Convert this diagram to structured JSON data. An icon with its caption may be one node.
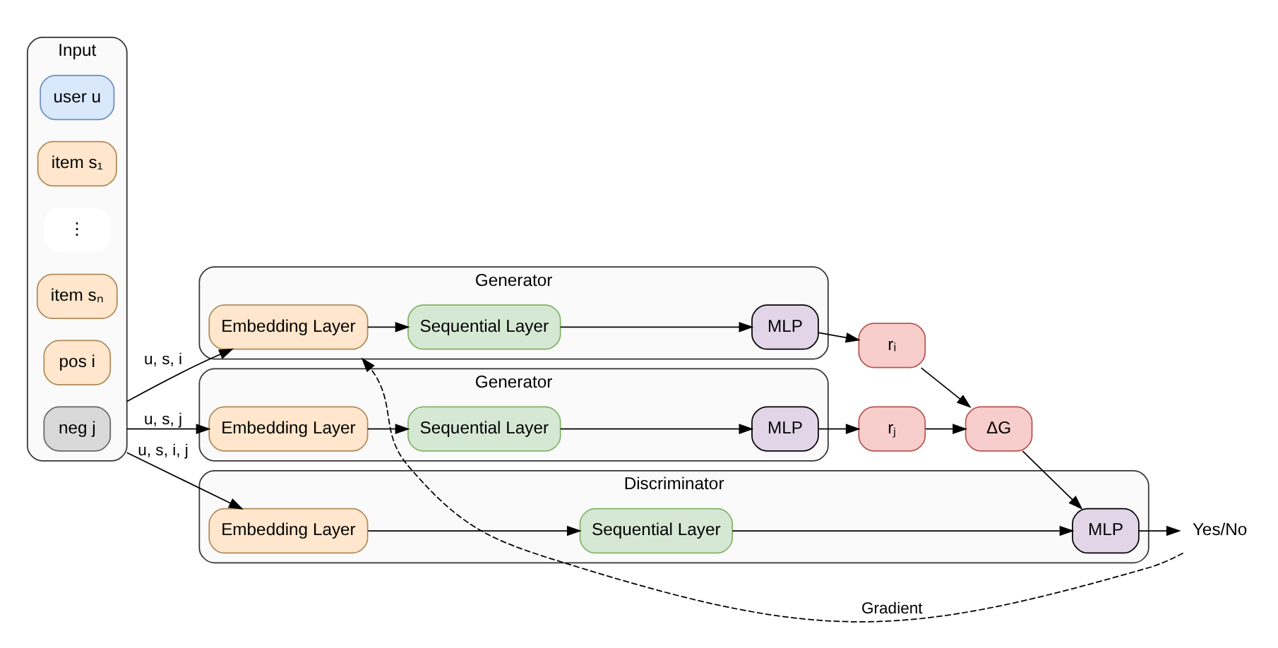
{
  "diagram": {
    "nodes": [
      {
        "text": [
          "Input"
        ]
      },
      {
        "text": [
          "user u"
        ],
        "in": 0
      },
      {
        "text": [
          "item s₁"
        ],
        "in": 0
      },
      {
        "text": [
          "⋮"
        ],
        "in": 0
      },
      {
        "text": [
          "item sₙ"
        ],
        "in": 0
      },
      {
        "text": [
          "pos i"
        ],
        "in": 0
      },
      {
        "text": [
          "neg j"
        ],
        "in": 0
      },
      {
        "text": [
          "Generator"
        ]
      },
      {
        "text": [
          "Embedding Layer"
        ],
        "in": 7
      },
      {
        "text": [
          "Sequential Layer"
        ],
        "in": 7
      },
      {
        "text": [
          "MLP"
        ],
        "in": 7
      },
      {
        "text": [
          "rᵢ"
        ]
      },
      {
        "text": [
          "Generator"
        ]
      },
      {
        "text": [
          "Embedding Layer"
        ],
        "in": 12
      },
      {
        "text": [
          "Sequential Layer"
        ],
        "in": 12
      },
      {
        "text": [
          "MLP"
        ],
        "in": 12
      },
      {
        "text": [
          "rⱼ"
        ]
      },
      {
        "text": [
          "ΔG"
        ]
      },
      {
        "text": [
          "Discriminator"
        ]
      },
      {
        "text": [
          "Embedding Layer"
        ],
        "in": 18
      },
      {
        "text": [
          "Sequential Layer"
        ],
        "in": 18
      },
      {
        "text": [
          "MLP"
        ],
        "in": 18
      },
      {
        "text": [
          "Yes/No"
        ]
      }
    ],
    "edges": [
      {
        "from": 0,
        "to": 8,
        "arrow": "to",
        "label": "u, s, i"
      },
      {
        "from": 8,
        "to": 9,
        "arrow": "to"
      },
      {
        "from": 9,
        "to": 10,
        "arrow": "to"
      },
      {
        "from": 10,
        "to": 11,
        "arrow": "to"
      },
      {
        "from": 0,
        "to": 13,
        "arrow": "to",
        "label": "u, s, j"
      },
      {
        "from": 13,
        "to": 14,
        "arrow": "to"
      },
      {
        "from": 14,
        "to": 15,
        "arrow": "to"
      },
      {
        "from": 15,
        "to": 16,
        "arrow": "to"
      },
      {
        "from": 11,
        "to": 17,
        "arrow": "to"
      },
      {
        "from": 16,
        "to": 17,
        "arrow": "to"
      },
      {
        "from": 0,
        "to": 19,
        "arrow": "to",
        "label": "u, s, i, j"
      },
      {
        "from": 19,
        "to": 20,
        "arrow": "to"
      },
      {
        "from": 20,
        "to": 21,
        "arrow": "to"
      },
      {
        "from": 17,
        "to": 21,
        "arrow": "to"
      },
      {
        "from": 21,
        "to": 22,
        "arrow": "to"
      },
      {
        "from": 22,
        "to": 7,
        "arrow": "to",
        "label": "Gradient",
        "style": "dashed"
      }
    ]
  }
}
